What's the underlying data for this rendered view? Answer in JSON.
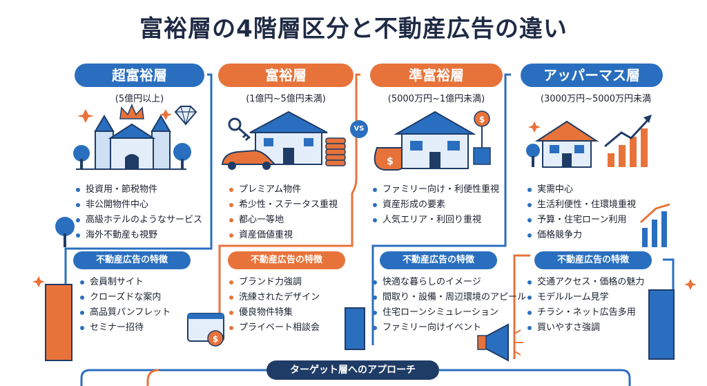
{
  "title": "富裕層の4階層区分と不動産広告の違い",
  "vs_label": "VS",
  "feature_label": "不動産広告の特徴",
  "bottom_label": "ターゲット層へのアプローチ",
  "tiers": [
    {
      "name": "超富裕層",
      "range": "(5億円以上)",
      "traits": [
        "投資用・節税物件",
        "非公開物件中心",
        "高級ホテルのようなサービス",
        "海外不動産も視野"
      ],
      "ads": [
        "会員制サイト",
        "クローズドな案内",
        "高品質パンフレット",
        "セミナー招待"
      ]
    },
    {
      "name": "富裕層",
      "range": "(1億円~5億円未満)",
      "traits": [
        "プレミアム物件",
        "希少性・ステータス重視",
        "都心一等地",
        "資産価値重視"
      ],
      "ads": [
        "ブランド力強調",
        "洗練されたデザイン",
        "優良物件特集",
        "プライベート相談会"
      ]
    },
    {
      "name": "準富裕層",
      "range": "(5000万円~1億円未満)",
      "traits": [
        "ファミリー向け・利便性重視",
        "資産形成の要素",
        "人気エリア・利回り重視"
      ],
      "ads": [
        "快適な暮らしのイメージ",
        "間取り・設備・周辺環境のアピール",
        "住宅ローンシミュレーション",
        "ファミリー向けイベント"
      ]
    },
    {
      "name": "アッパーマス層",
      "range": "(3000万円~5000万円未満",
      "traits": [
        "実需中心",
        "生活利便性・住環境重視",
        "予算・住宅ローン利用",
        "価格競争力"
      ],
      "ads": [
        "交通アクセス・価格の魅力",
        "モデルルーム見学",
        "チラシ・ネット広告多用",
        "買いやすさ強調"
      ]
    }
  ],
  "colors": {
    "blue": "#2a6fbf",
    "orange": "#e8733a",
    "navy": "#1f3c66"
  },
  "icons": [
    "crown-icon",
    "diamond-icon",
    "castle-icon",
    "key-icon",
    "mansion-icon",
    "car-icon",
    "coin-stack-icon",
    "money-bag-icon",
    "modern-house-icon",
    "dollar-plant-icon",
    "house-icon",
    "rising-chart-icon",
    "web-ad-icon",
    "megaphone-icon",
    "office-building-icon"
  ]
}
